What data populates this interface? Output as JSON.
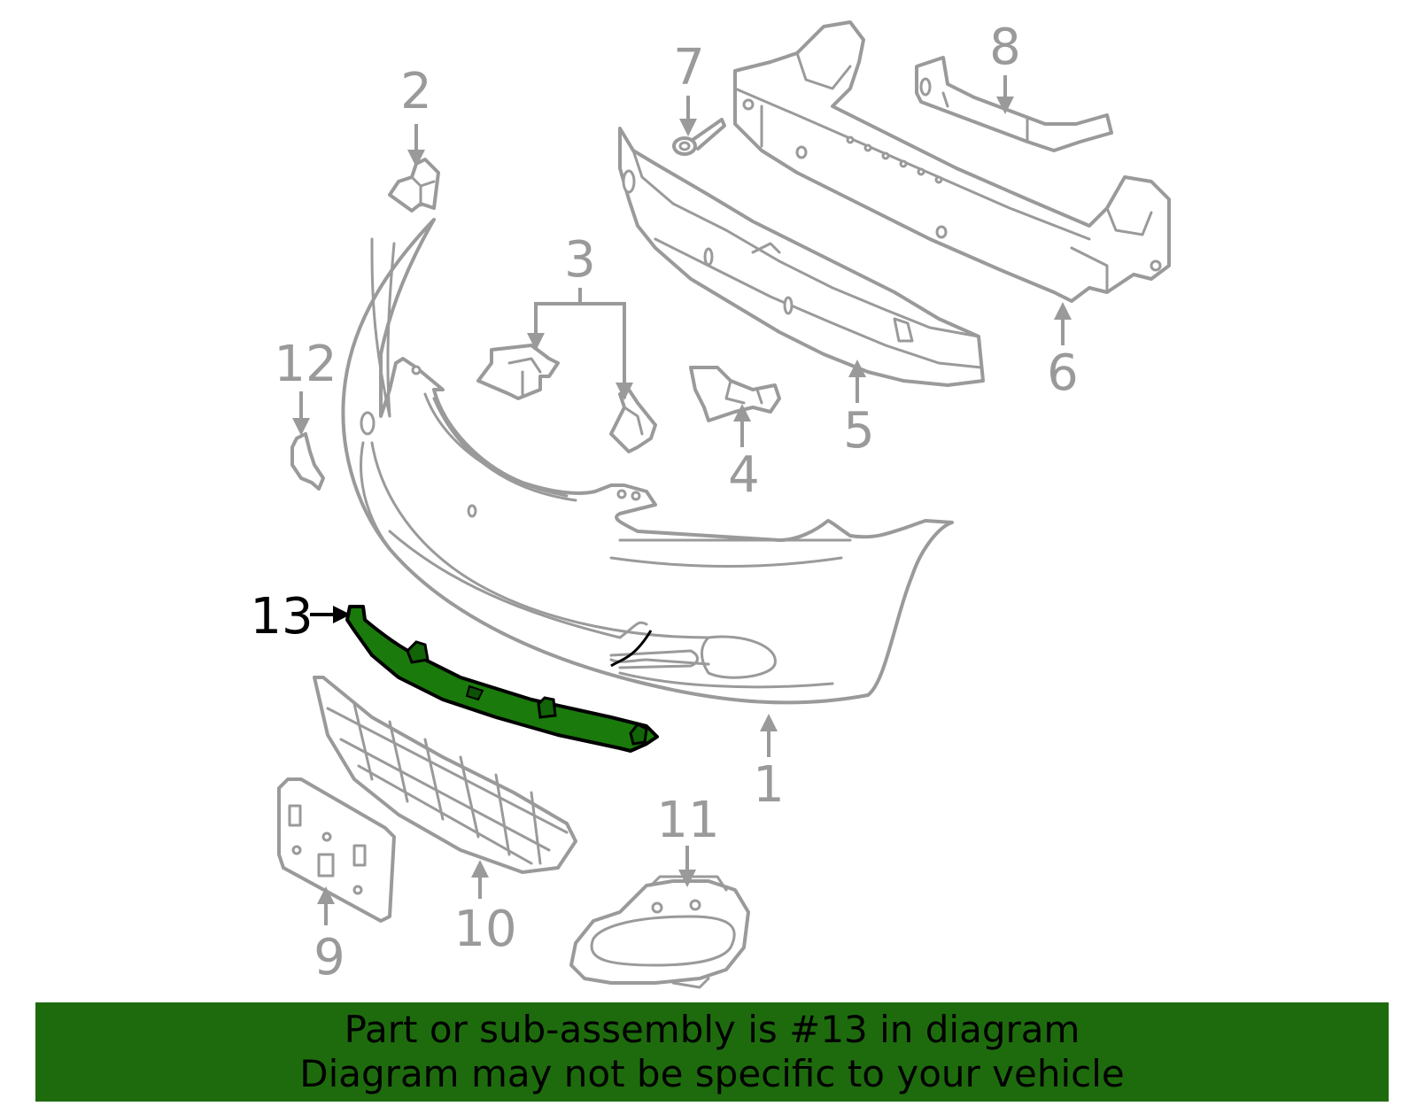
{
  "diagram": {
    "highlighted_part": "13",
    "highlight_color": "#1e6b0e",
    "line_color": "#9a9a9a",
    "callouts": [
      "1",
      "2",
      "3",
      "4",
      "5",
      "6",
      "7",
      "8",
      "9",
      "10",
      "11",
      "12",
      "13"
    ]
  },
  "banner": {
    "line1": "Part or sub-assembly is #13 in diagram",
    "line2": "Diagram may not be specific to your vehicle"
  }
}
